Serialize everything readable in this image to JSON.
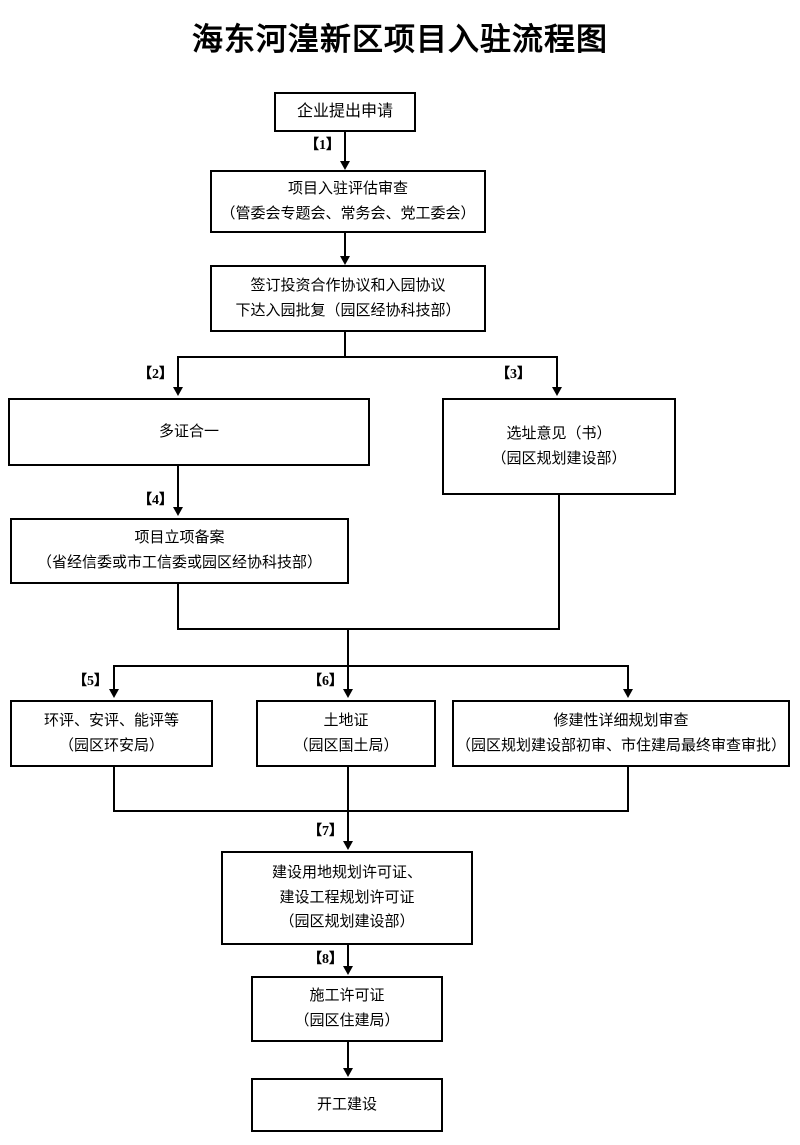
{
  "title": "海东河湟新区项目入驻流程图",
  "nodes": [
    {
      "id": "apply",
      "lines": [
        "企业提出申请"
      ]
    },
    {
      "id": "review",
      "lines": [
        "项目入驻评估审查",
        "（管委会专题会、常务会、党工委会）"
      ]
    },
    {
      "id": "agreement",
      "lines": [
        "签订投资合作协议和入园协议",
        "下达入园批复（园区经协科技部）"
      ]
    },
    {
      "id": "multicert",
      "lines": [
        "多证合一"
      ]
    },
    {
      "id": "siteopin",
      "lines": [
        "选址意见（书）",
        "（园区规划建设部）"
      ]
    },
    {
      "id": "filing",
      "lines": [
        "项目立项备案",
        "（省经信委或市工信委或园区经协科技部）"
      ]
    },
    {
      "id": "assess",
      "lines": [
        "环评、安评、能评等",
        "（园区环安局）"
      ]
    },
    {
      "id": "landcert",
      "lines": [
        "土地证",
        "（园区国土局）"
      ]
    },
    {
      "id": "detailplan",
      "lines": [
        "修建性详细规划审查",
        "（园区规划建设部初审、市住建局最终审查审批）"
      ]
    },
    {
      "id": "permits",
      "lines": [
        "建设用地规划许可证、",
        "建设工程规划许可证",
        "（园区规划建设部）"
      ]
    },
    {
      "id": "construct",
      "lines": [
        "施工许可证",
        "（园区住建局）"
      ]
    },
    {
      "id": "start",
      "lines": [
        "开工建设"
      ]
    }
  ],
  "step_labels": [
    {
      "id": "s1",
      "text": "【1】"
    },
    {
      "id": "s2",
      "text": "【2】"
    },
    {
      "id": "s3",
      "text": "【3】"
    },
    {
      "id": "s4",
      "text": "【4】"
    },
    {
      "id": "s5",
      "text": "【5】"
    },
    {
      "id": "s6",
      "text": "【6】"
    },
    {
      "id": "s7",
      "text": "【7】"
    },
    {
      "id": "s8",
      "text": "【8】"
    }
  ],
  "colors": {
    "stroke": "#000000",
    "background": "#ffffff",
    "text": "#000000"
  }
}
